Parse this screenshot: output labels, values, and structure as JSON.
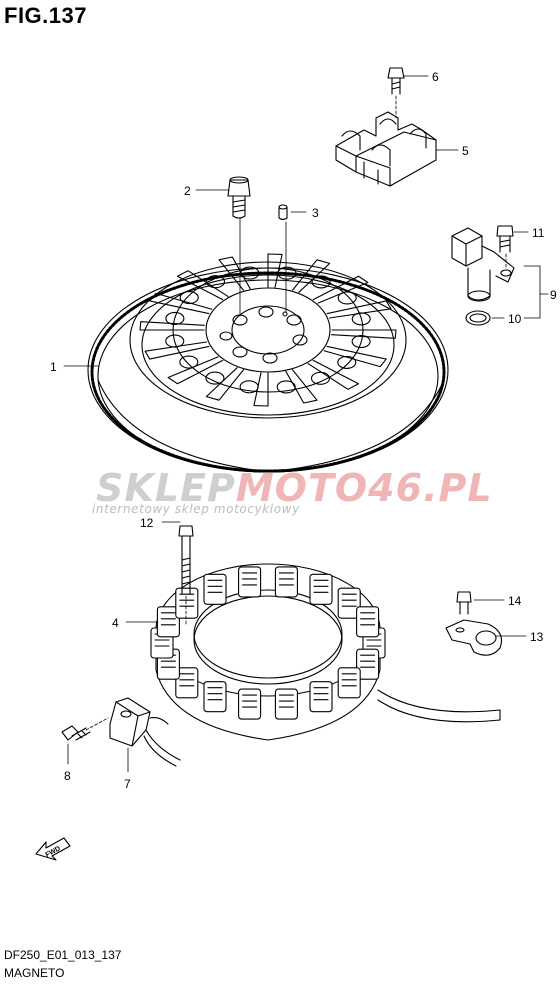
{
  "figure": {
    "title": "FIG.137",
    "code": "DF250_E01_013_137",
    "name": "MAGNETO"
  },
  "watermark": {
    "brand_part1": "SKLEP",
    "brand_part2": "MOTO46.PL",
    "tagline": "internetowy sklep motocyklowy"
  },
  "fwd_label": "FWD",
  "callouts": [
    "1",
    "2",
    "3",
    "4",
    "5",
    "6",
    "7",
    "8",
    "9",
    "10",
    "11",
    "12",
    "13",
    "14"
  ],
  "colors": {
    "line": "#000000",
    "watermark_gray": "#cfcfcf",
    "watermark_red": "#f0b5b5"
  }
}
